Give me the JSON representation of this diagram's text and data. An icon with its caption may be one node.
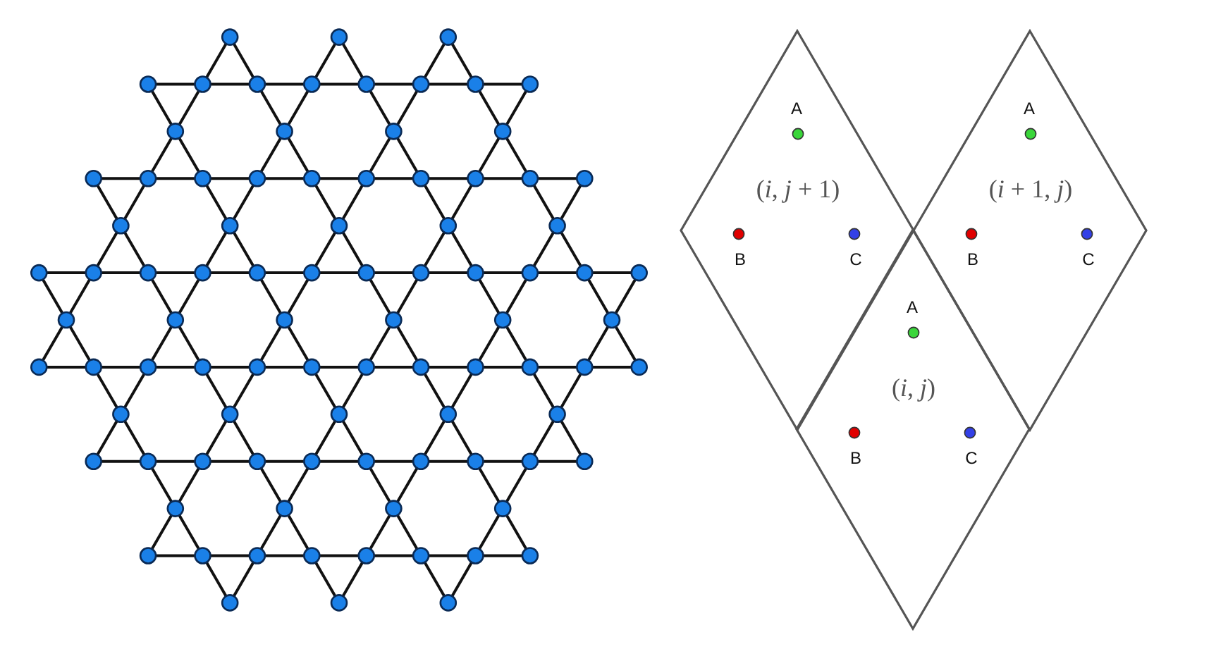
{
  "diagram": {
    "nodes": [
      {
        "text": [
          "A",
          "(*i*, *j* + 1)",
          "B",
          "C"
        ]
      },
      {
        "text": [
          "A",
          "(*i* + 1, *j*)",
          "B",
          "C"
        ]
      },
      {
        "text": [
          "A",
          "(*i*, *j*)",
          "B",
          "C"
        ]
      }
    ]
  }
}
